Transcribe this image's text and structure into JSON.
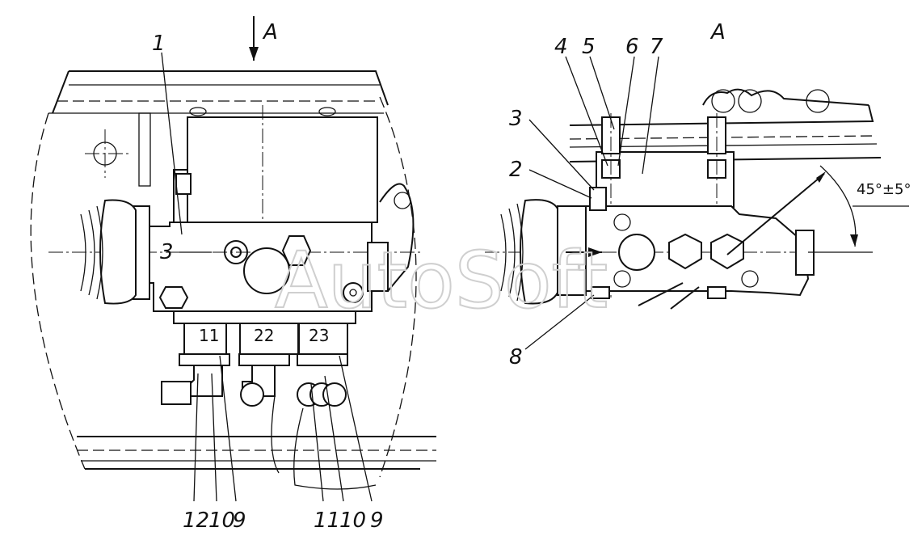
{
  "view_marker": "A",
  "view_title": "A",
  "angle_label": "45°±5°",
  "watermark": "AutoSoft",
  "left_view": {
    "callouts": [
      "1",
      "3",
      "12",
      "10",
      "9",
      "11",
      "10",
      "9"
    ],
    "box_labels": [
      "11",
      "22",
      "23"
    ]
  },
  "right_view": {
    "callouts": [
      "4",
      "5",
      "6",
      "7",
      "3",
      "2",
      "8"
    ]
  }
}
